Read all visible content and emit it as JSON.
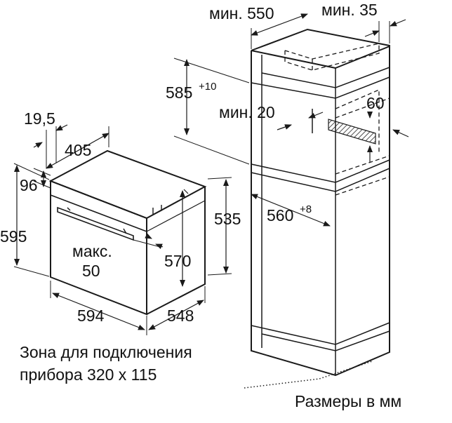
{
  "cabinet": {
    "min_depth": "мин. 550",
    "min_gap": "мин. 35",
    "niche_height": "585",
    "niche_tol": "+10",
    "min_side": "мин. 20",
    "vent_size": "60",
    "niche_width": "560",
    "niche_width_tol": "+8"
  },
  "oven": {
    "front_offset": "19,5",
    "body_depth": "405",
    "panel_height": "96",
    "front_height": "595",
    "body_height": "535",
    "inner_height": "570",
    "max_label_1": "макс.",
    "max_label_2": "50",
    "front_width": "594",
    "body_width": "548"
  },
  "notes": {
    "zone_line1": "Зона для подключения",
    "zone_line2": "прибора 320 x 115",
    "units": "Размеры в мм"
  }
}
